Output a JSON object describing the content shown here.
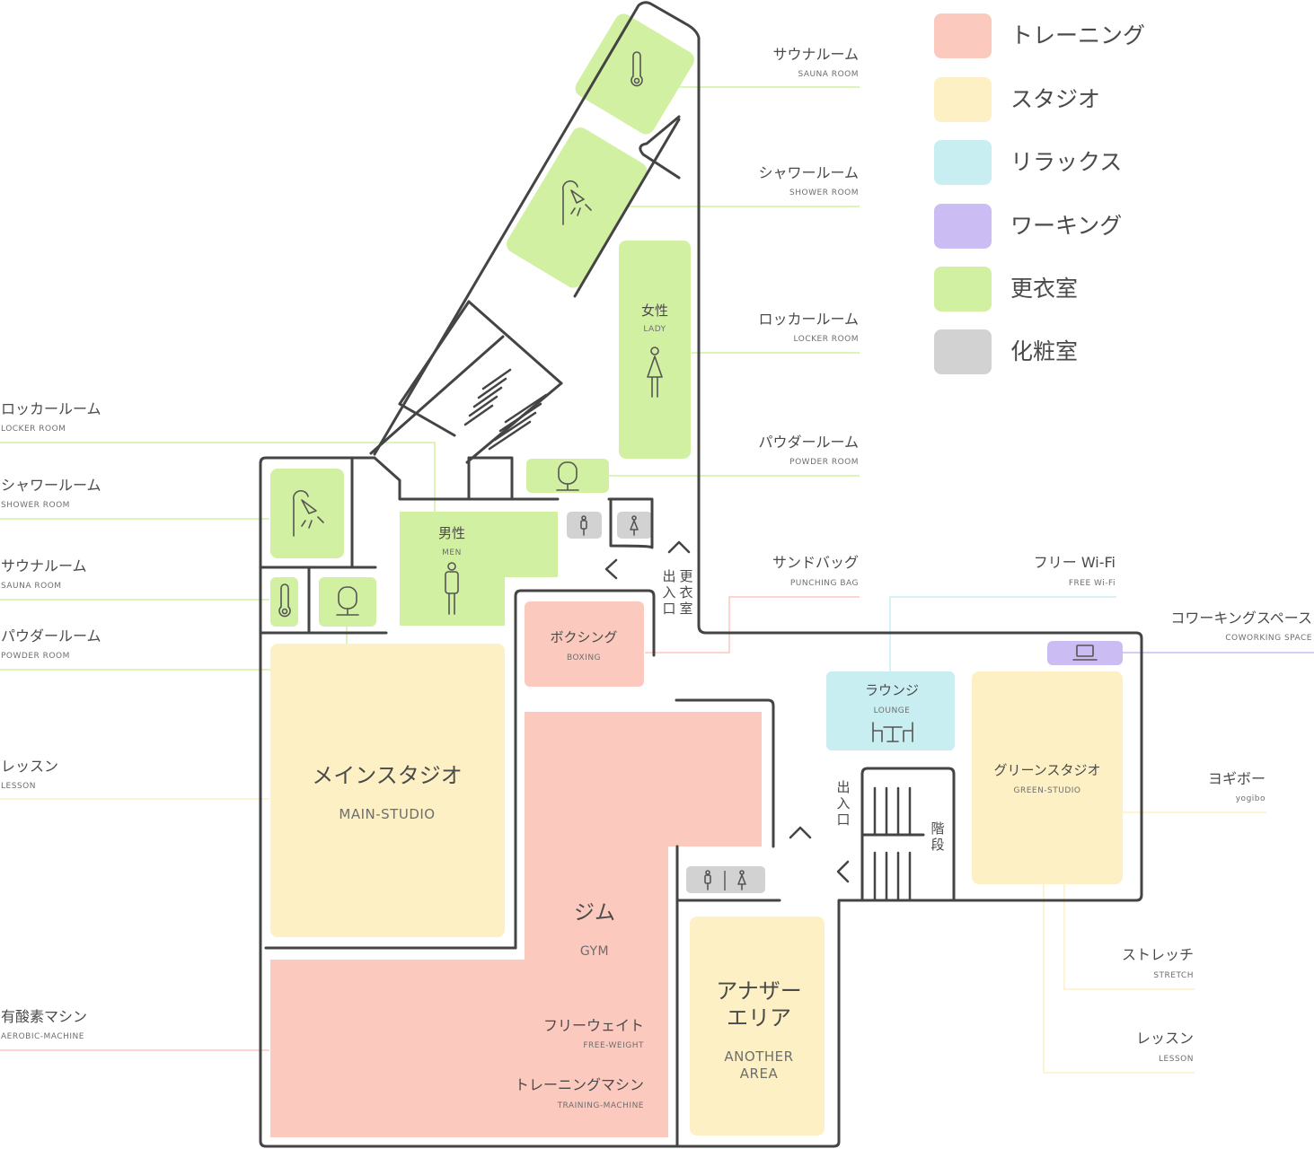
{
  "legend": [
    {
      "label": "トレーニング",
      "color": "#fbc9be"
    },
    {
      "label": "スタジオ",
      "color": "#fdf0c4"
    },
    {
      "label": "リラックス",
      "color": "#c9eef2"
    },
    {
      "label": "ワーキング",
      "color": "#cbbcf4"
    },
    {
      "label": "更衣室",
      "color": "#d2f0a1"
    },
    {
      "label": "化粧室",
      "color": "#d2d2d2"
    }
  ],
  "colors": {
    "training": "#fbc9be",
    "studio": "#fdf0c4",
    "relax": "#c9eef2",
    "working": "#cbbcf4",
    "locker": "#d2f0a1",
    "restroom": "#d2d2d2",
    "wall": "#444444"
  },
  "rooms": {
    "lady": {
      "jp": "女性",
      "en": "LADY"
    },
    "men": {
      "jp": "男性",
      "en": "MEN"
    },
    "boxing": {
      "jp": "ボクシング",
      "en": "BOXING"
    },
    "main_studio": {
      "jp": "メインスタジオ",
      "en": "MAIN-STUDIO"
    },
    "gym": {
      "jp": "ジム",
      "en": "GYM"
    },
    "free_weight": {
      "jp": "フリーウェイト",
      "en": "FREE-WEIGHT"
    },
    "training_machine": {
      "jp": "トレーニングマシン",
      "en": "TRAINING-MACHINE"
    },
    "another": {
      "jp1": "アナザー",
      "jp2": "エリア",
      "en1": "ANOTHER",
      "en2": "AREA"
    },
    "lounge": {
      "jp": "ラウンジ",
      "en": "LOUNGE"
    },
    "green_studio": {
      "jp": "グリーンスタジオ",
      "en": "GREEN-STUDIO"
    }
  },
  "signs": {
    "locker_entrance": [
      "出",
      "入",
      "口"
    ],
    "locker_room": [
      "更",
      "衣",
      "室"
    ],
    "main_entrance": [
      "出",
      "入",
      "口"
    ],
    "stairs": [
      "階",
      "段"
    ]
  },
  "callouts": {
    "sauna_r": {
      "jp": "サウナルーム",
      "en": "SAUNA ROOM"
    },
    "shower_r": {
      "jp": "シャワールーム",
      "en": "SHOWER ROOM"
    },
    "locker_r": {
      "jp": "ロッカールーム",
      "en": "LOCKER ROOM"
    },
    "powder_r": {
      "jp": "パウダールーム",
      "en": "POWDER ROOM"
    },
    "punching": {
      "jp": "サンドバッグ",
      "en": "PUNCHING BAG"
    },
    "wifi": {
      "jp": "フリー Wi-Fi",
      "en": "FREE Wi-Fi"
    },
    "coworking": {
      "jp": "コワーキングスペース",
      "en": "COWORKING SPACE"
    },
    "yogibo": {
      "jp": "ヨギボー",
      "en": "yogibo"
    },
    "stretch": {
      "jp": "ストレッチ",
      "en": "STRETCH"
    },
    "lesson_r": {
      "jp": "レッスン",
      "en": "LESSON"
    },
    "locker_l": {
      "jp": "ロッカールーム",
      "en": "LOCKER ROOM"
    },
    "shower_l": {
      "jp": "シャワールーム",
      "en": "SHOWER ROOM"
    },
    "sauna_l": {
      "jp": "サウナルーム",
      "en": "SAUNA ROOM"
    },
    "powder_l": {
      "jp": "パウダールーム",
      "en": "POWDER ROOM"
    },
    "lesson_l": {
      "jp": "レッスン",
      "en": "LESSON"
    },
    "aerobic": {
      "jp": "有酸素マシン",
      "en": "AEROBIC-MACHINE"
    }
  },
  "icons": [
    "thermometer-icon",
    "shower-icon",
    "mirror-icon",
    "woman-icon",
    "man-icon",
    "laptop-icon",
    "lounge-chairs-icon",
    "chevron-icon"
  ]
}
